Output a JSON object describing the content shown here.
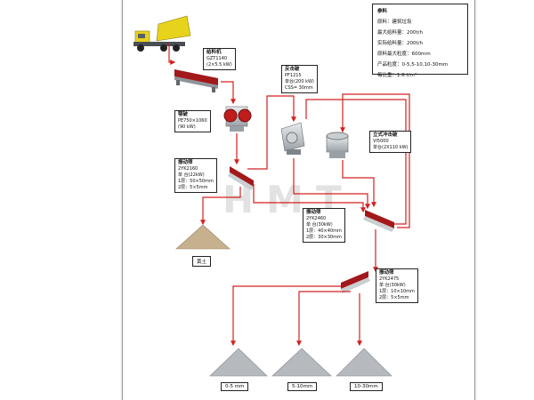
{
  "spec": {
    "title": "参料",
    "lines": [
      "原料：建筑垃圾",
      "最大给料量：200t/h",
      "实际给料量：200t/h",
      "原料最大粒度：600mm",
      "产品粒度：0-5,5-10,10-30mm",
      "每比重：1.6 t/m³"
    ]
  },
  "feeder": {
    "title": "给料机",
    "lines": [
      "GZT1140",
      "(2×5.5 kW)"
    ]
  },
  "jaw": {
    "title": "颚破",
    "lines": [
      "PE750×1060",
      "(90 kW)"
    ]
  },
  "impact": {
    "title": "反击破",
    "lines": [
      "PF1215",
      "单台(200 kW)",
      "CSS= 30mm"
    ]
  },
  "vsi": {
    "title": "立式冲击破",
    "lines": [
      "VI5000",
      "单台(2X110 kW)"
    ]
  },
  "screen1": {
    "title": "振动筛",
    "lines": [
      "2YK2160",
      "单 台(22kW)",
      "1层：50×50mm",
      "2层：5×5mm"
    ]
  },
  "screen2": {
    "title": "振动筛",
    "lines": [
      "2YK2460",
      "单 台(30kW)",
      "1层：40×40mm",
      "2层：30×30mm"
    ]
  },
  "screen3": {
    "title": "振动筛",
    "lines": [
      "2YK2475",
      "单 台(30kW)",
      "1层：10×10mm",
      "2层：5×5mm"
    ]
  },
  "outputs": {
    "soil": "黄土",
    "p1": "0-5 mm",
    "p2": "5-10mm",
    "p3": "10-30mm"
  },
  "watermark": "HMT",
  "colors": {
    "flow": "#d42020",
    "machine_red": "#a3181b",
    "steel": "#8e9499"
  }
}
